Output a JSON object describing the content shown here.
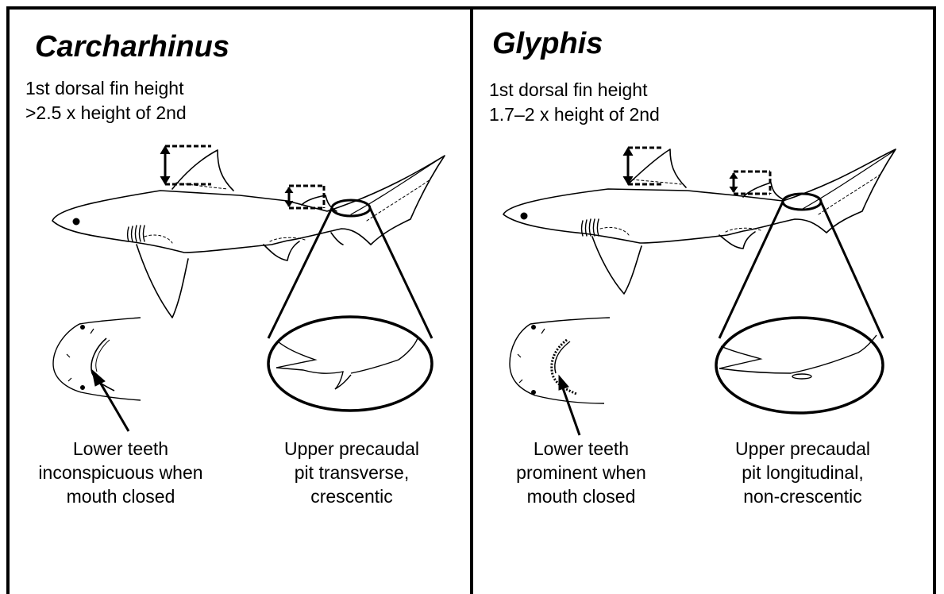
{
  "panels": {
    "left": {
      "genus": "Carcharhinus",
      "dorsal_note": [
        "1st dorsal fin height",
        ">2.5 x height of 2nd"
      ],
      "teeth_caption": [
        "Lower teeth",
        "inconspicuous when",
        "mouth closed"
      ],
      "pit_caption": [
        "Upper precaudal",
        "pit transverse,",
        "crescentic"
      ]
    },
    "right": {
      "genus": "Glyphis",
      "dorsal_note": [
        "1st dorsal fin height",
        "1.7–2 x height of 2nd"
      ],
      "teeth_caption": [
        "Lower teeth",
        "prominent when",
        "mouth closed"
      ],
      "pit_caption": [
        "Upper precaudal",
        "pit longitudinal,",
        "non-crescentic"
      ]
    }
  },
  "colors": {
    "ink": "#000000",
    "background": "#ffffff"
  }
}
